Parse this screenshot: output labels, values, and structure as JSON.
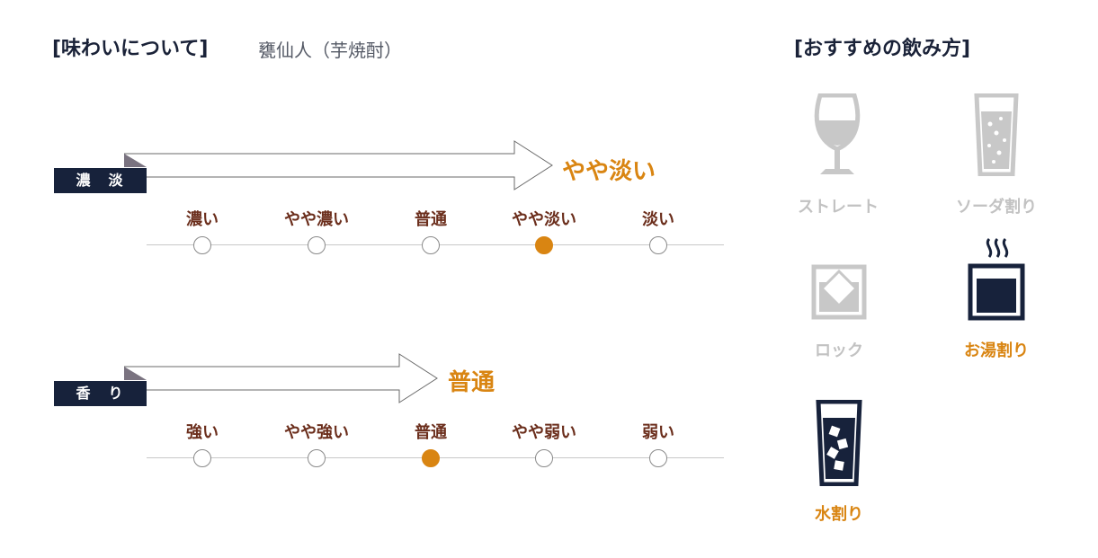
{
  "header": {
    "title": "[味わいについて]",
    "product": "甕仙人（芋焼酎）",
    "recommend_title": "[おすすめの飲み方]"
  },
  "taste": {
    "label": "濃　淡",
    "result": "やや淡い",
    "options": [
      "濃い",
      "やや濃い",
      "普通",
      "やや淡い",
      "淡い"
    ],
    "selected_index": 3
  },
  "aroma": {
    "label": "香　り",
    "result": "普通",
    "options": [
      "強い",
      "やや強い",
      "普通",
      "やや弱い",
      "弱い"
    ],
    "selected_index": 2
  },
  "drinks": [
    {
      "label": "ストレート",
      "icon": "wine-glass-icon",
      "recommended": false
    },
    {
      "label": "ソーダ割り",
      "icon": "soda-glass-icon",
      "recommended": false
    },
    {
      "label": "ロック",
      "icon": "rock-glass-icon",
      "recommended": false
    },
    {
      "label": "お湯割り",
      "icon": "hot-water-glass-icon",
      "recommended": true
    },
    {
      "label": "水割り",
      "icon": "water-glass-icon",
      "recommended": true
    }
  ],
  "colors": {
    "accent": "#d98512",
    "navy": "#17223b",
    "inactive": "#c2c2c2",
    "option_text": "#6b2e1c"
  }
}
